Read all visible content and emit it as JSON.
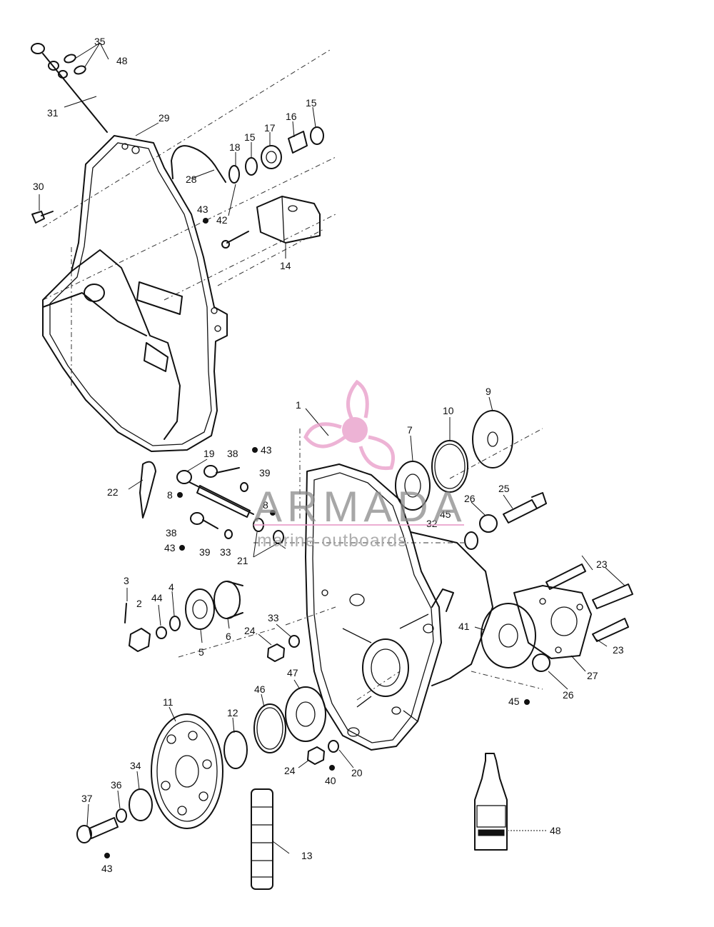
{
  "watermark": {
    "brand": "ARMADA",
    "tagline": "marine outboards",
    "logo_color": "#e89ac7"
  },
  "callouts": [
    "35",
    "48",
    "31",
    "29",
    "15",
    "16",
    "17",
    "15",
    "18",
    "28",
    "30",
    "43",
    "42",
    "14",
    "1",
    "9",
    "10",
    "7",
    "19",
    "38",
    "43",
    "39",
    "22",
    "8",
    "8",
    "26",
    "25",
    "45",
    "32",
    "38",
    "43",
    "39",
    "33",
    "21",
    "3",
    "2",
    "44",
    "4",
    "5",
    "6",
    "33",
    "24",
    "23",
    "41",
    "23",
    "27",
    "26",
    "45",
    "47",
    "46",
    "11",
    "12",
    "24",
    "40",
    "20",
    "34",
    "36",
    "37",
    "43",
    "13",
    "48"
  ]
}
